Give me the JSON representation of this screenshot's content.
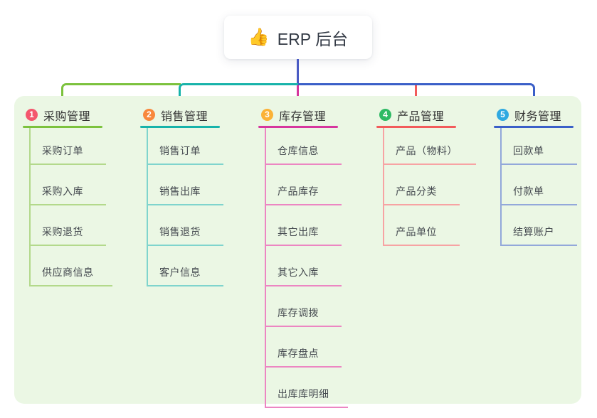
{
  "root": {
    "emoji": "👍",
    "label": "ERP 后台"
  },
  "branches": [
    {
      "num": "1",
      "label": "采购管理",
      "badge_color": "#f4566d",
      "line_color": "#7cc23d",
      "child_line_color": "#b3d98b",
      "children": [
        "采购订单",
        "采购入库",
        "采购退货",
        "供应商信息"
      ]
    },
    {
      "num": "2",
      "label": "销售管理",
      "badge_color": "#f8883c",
      "line_color": "#17b3aa",
      "child_line_color": "#7fd4cd",
      "children": [
        "销售订单",
        "销售出库",
        "销售退货",
        "客户信息"
      ]
    },
    {
      "num": "3",
      "label": "库存管理",
      "badge_color": "#fbb236",
      "line_color": "#d6369e",
      "child_line_color": "#ec86c2",
      "children": [
        "仓库信息",
        "产品库存",
        "其它出库",
        "其它入库",
        "库存调拨",
        "库存盘点",
        "出库库明细"
      ]
    },
    {
      "num": "4",
      "label": "产品管理",
      "badge_color": "#2eba64",
      "line_color": "#f25b5b",
      "child_line_color": "#f7a3a3",
      "children": [
        "产品（物料）",
        "产品分类",
        "产品单位"
      ]
    },
    {
      "num": "5",
      "label": "财务管理",
      "badge_color": "#2fa9e1",
      "line_color": "#3a5fc8",
      "child_line_color": "#93a8da",
      "children": [
        "回款单",
        "付款单",
        "结算账户"
      ]
    }
  ],
  "colors": {
    "trunk": "#4a5bc4",
    "panel_bg": "#ebf7e4",
    "page_bg": "#ffffff"
  }
}
